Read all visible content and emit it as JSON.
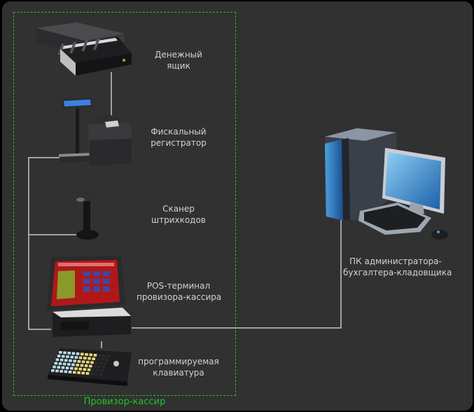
{
  "group": {
    "label": "Провизор-кассир",
    "border_color": "#1fc01f"
  },
  "devices": [
    {
      "id": "cash-drawer",
      "icon": "cash-drawer-icon",
      "label_line1": "Денежный",
      "label_line2": "ящик"
    },
    {
      "id": "fiscal-printer",
      "icon": "fiscal-printer-icon",
      "label_line1": "Фискальный",
      "label_line2": "регистратор"
    },
    {
      "id": "barcode-scanner",
      "icon": "barcode-scanner-icon",
      "label_line1": "Сканер",
      "label_line2": "штрихкодов"
    },
    {
      "id": "pos-terminal",
      "icon": "pos-terminal-icon",
      "label_line1": "POS-терминал",
      "label_line2": "провизора-кассира"
    },
    {
      "id": "programmable-keyboard",
      "icon": "programmable-keyboard-icon",
      "label_line1": "программируемая",
      "label_line2": "клавиатура"
    },
    {
      "id": "admin-pc",
      "icon": "desktop-pc-icon",
      "label_line1": "ПК администратора-",
      "label_line2": "бухгалтера-кладовщика"
    }
  ],
  "colors": {
    "background": "#313131",
    "wire": "#c8c8c8",
    "label": "#d2d2d2"
  }
}
